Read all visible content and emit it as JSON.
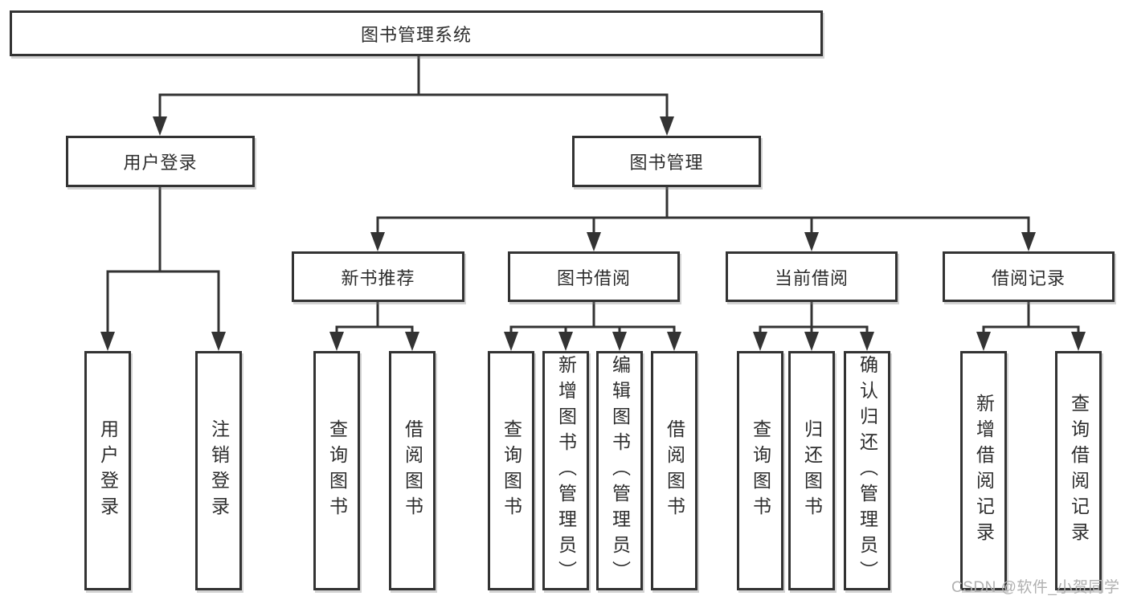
{
  "colors": {
    "line": "#333333",
    "box_bg": "#ffffff",
    "watermark": "#b0b0b0"
  },
  "tree": {
    "root": "图书管理系统",
    "level2": {
      "user_login": "用户登录",
      "book_mgmt": "图书管理"
    },
    "level3": {
      "new_book_rec": "新书推荐",
      "book_borrow": "图书借阅",
      "current_borrow": "当前借阅",
      "borrow_records": "借阅记录"
    },
    "leaves": {
      "login": "用户登录",
      "logout": "注销登录",
      "nb_query": "查询图书",
      "nb_borrow": "借阅图书",
      "bb_query": "查询图书",
      "bb_add": "新增图书（管理员）",
      "bb_edit": "编辑图书（管理员）",
      "bb_borrow": "借阅图书",
      "cb_query": "查询图书",
      "cb_return": "归还图书",
      "cb_confirm": "确认归还（管理员）",
      "br_add": "新增借阅记录",
      "br_query": "查询借阅记录"
    }
  },
  "watermark": "CSDN @软件_小贺同学"
}
